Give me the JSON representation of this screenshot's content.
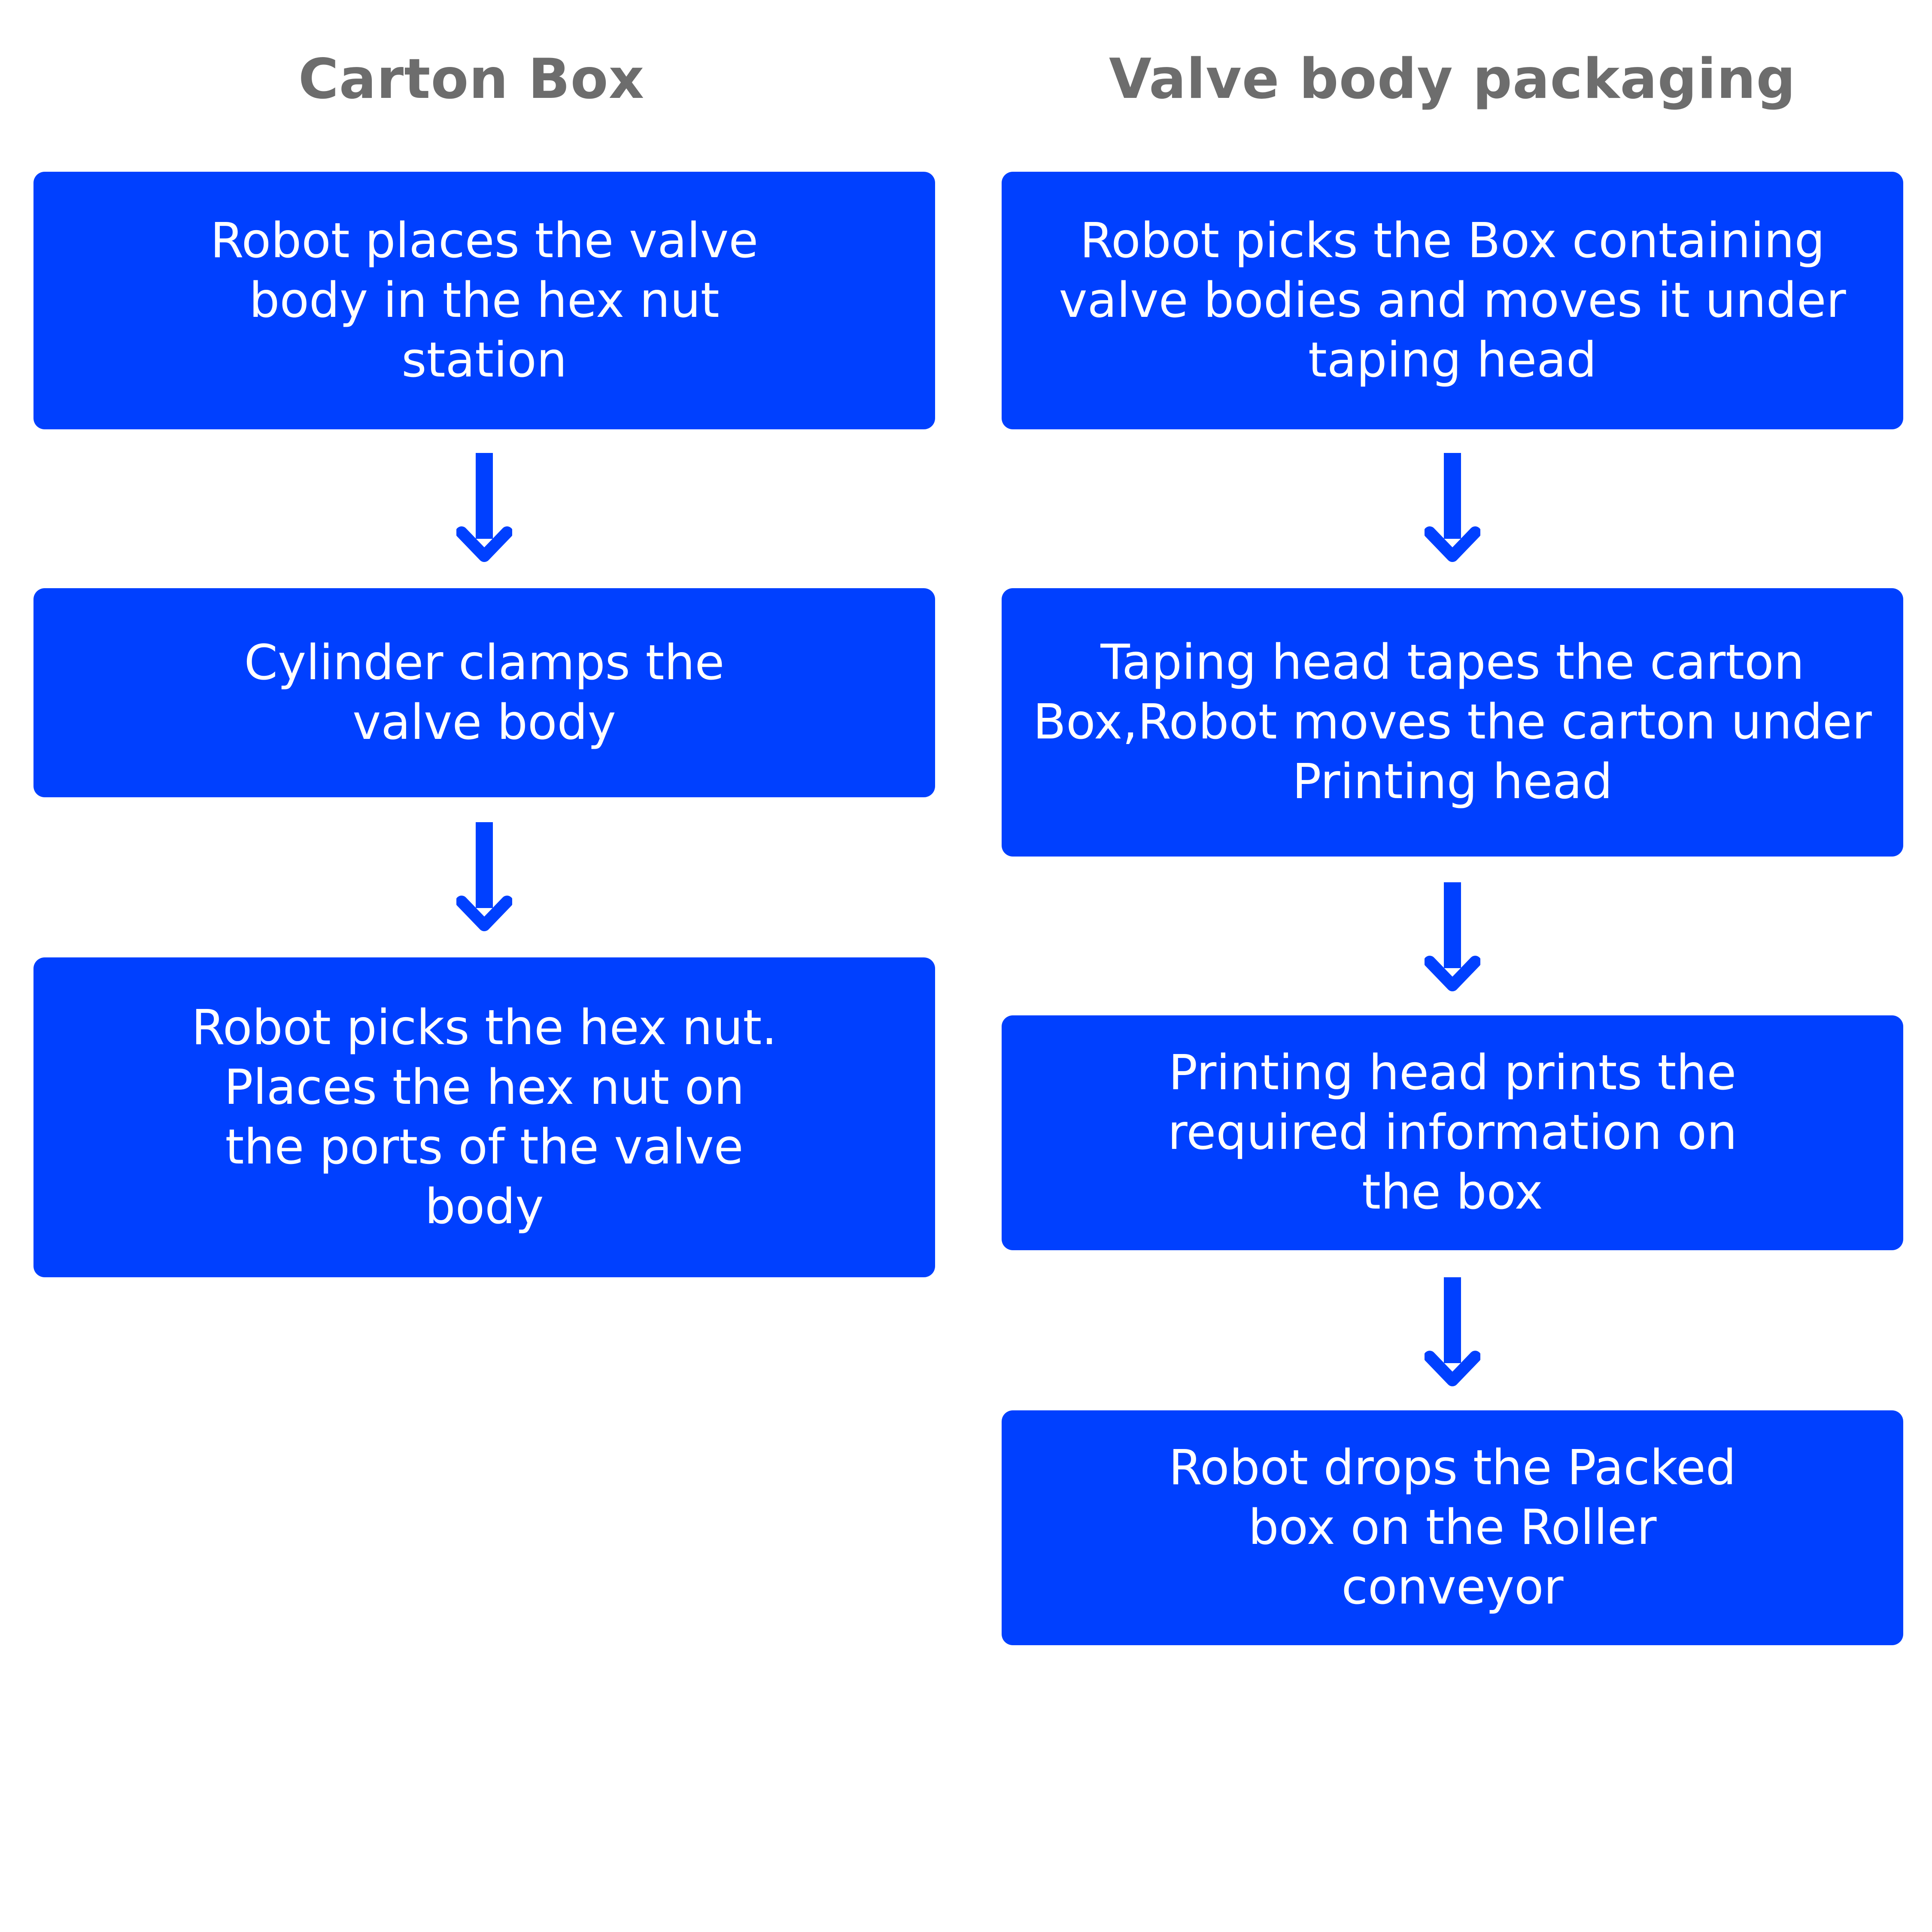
{
  "colors": {
    "box_fill": "#0040ff",
    "box_text": "#ffffff",
    "arrow": "#0040ff",
    "title": "#6d6d6d"
  },
  "columns": [
    {
      "title": "Carton Box",
      "steps": [
        "Robot places the valve\nbody in the hex nut\nstation",
        "Cylinder clamps the\nvalve body",
        "Robot picks the hex nut.\nPlaces the hex nut on\nthe ports of the valve\nbody"
      ]
    },
    {
      "title": "Valve body packaging",
      "steps": [
        "Robot picks the Box containing\nvalve bodies and moves it under\ntaping head",
        "Taping head tapes the carton\nBox,Robot moves the carton under\nPrinting head",
        "Printing head prints the\nrequired information on\nthe box",
        "Robot drops the Packed\nbox on the Roller\nconveyor"
      ]
    }
  ]
}
